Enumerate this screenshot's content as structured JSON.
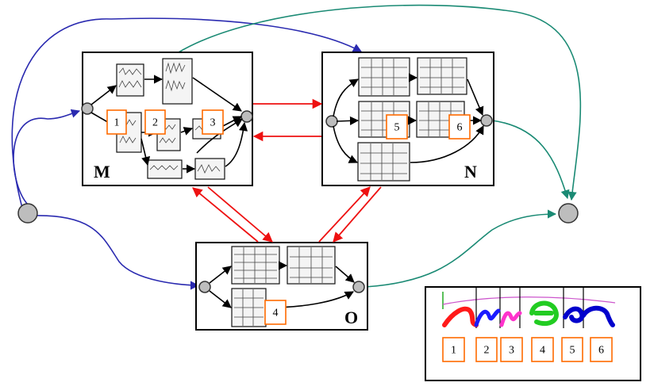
{
  "boxes": {
    "m": {
      "label": "M"
    },
    "n": {
      "label": "N"
    },
    "o": {
      "label": "O"
    }
  },
  "numbers": [
    "1",
    "2",
    "3",
    "4",
    "5",
    "6"
  ],
  "inset": {
    "cells": [
      "1",
      "2",
      "3",
      "4",
      "5",
      "6"
    ],
    "stroke_colors": [
      "#ff1a1a",
      "#1a1aff",
      "#ff33cc",
      "#22cc22",
      "#0000cc"
    ]
  },
  "colors": {
    "frame": "#000000",
    "number_box": "#ff6a00",
    "red_arrows": "#ee1111",
    "blue_arrows": "#2a2ab0",
    "teal_arrows": "#1a8a74",
    "node_fill": "#bdbdbd"
  }
}
